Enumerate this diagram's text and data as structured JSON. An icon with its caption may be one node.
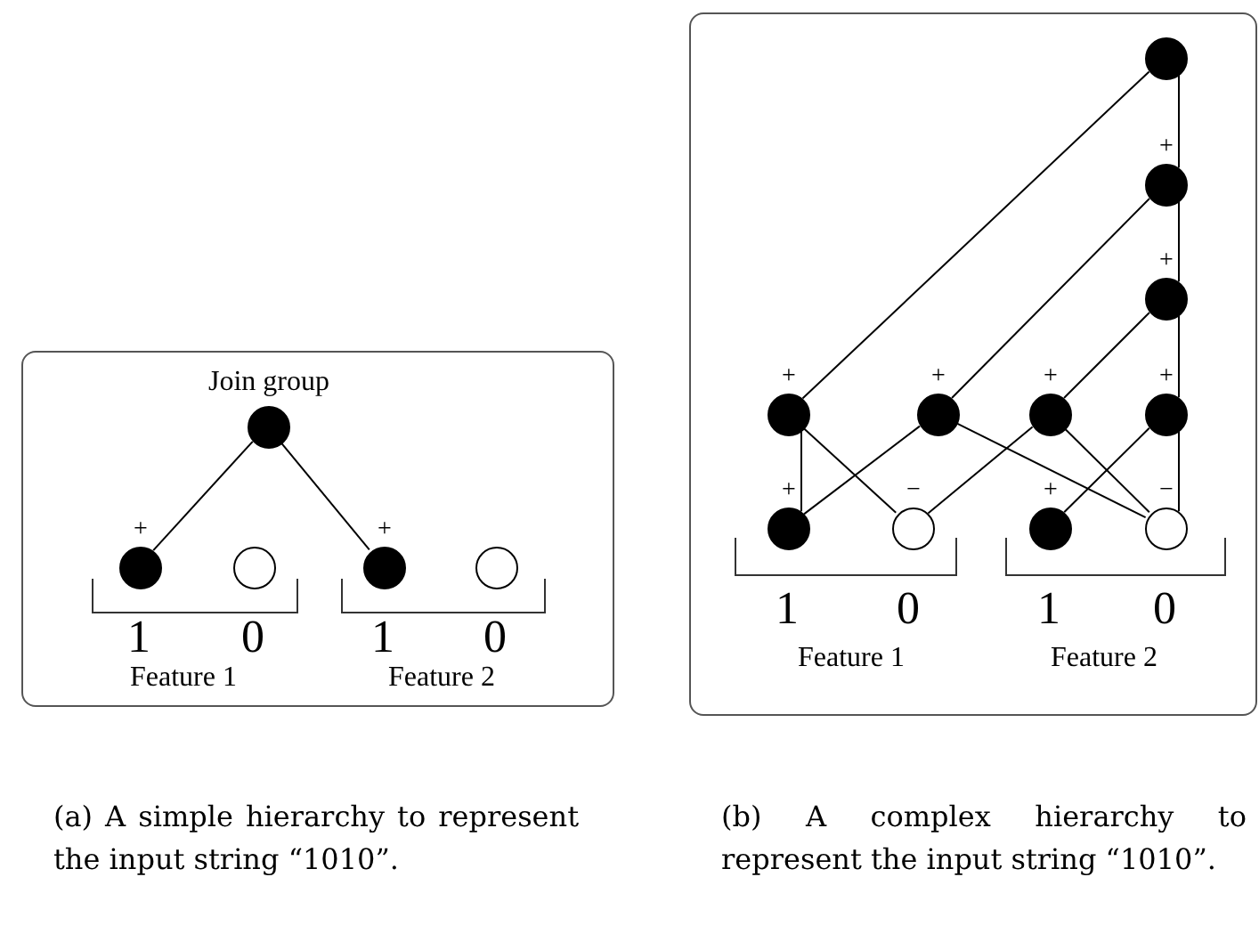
{
  "diagram": {
    "nodes": [
      {
        "text": [],
        "shape": "box"
      },
      {
        "text": [
          "Join group"
        ],
        "in": 0
      },
      {
        "text": [],
        "shape": "circle",
        "in": 0,
        "beside": [
          "+"
        ]
      },
      {
        "text": [],
        "shape": "circle",
        "in": 0
      },
      {
        "text": [],
        "shape": "circle",
        "in": 0,
        "beside": [
          "+"
        ]
      },
      {
        "text": [],
        "shape": "circle",
        "in": 0
      },
      {
        "text": [],
        "shape": "box"
      },
      {
        "text": [],
        "shape": "circle",
        "in": 6
      },
      {
        "text": [],
        "shape": "circle",
        "in": 6,
        "beside": [
          "+"
        ]
      },
      {
        "text": [],
        "shape": "circle",
        "in": 6,
        "beside": [
          "+"
        ]
      },
      {
        "text": [],
        "shape": "circle",
        "in": 6,
        "beside": [
          "+"
        ]
      },
      {
        "text": [],
        "shape": "circle",
        "in": 6,
        "beside": [
          "+"
        ]
      },
      {
        "text": [],
        "shape": "circle",
        "in": 6,
        "beside": [
          "+"
        ]
      },
      {
        "text": [],
        "shape": "circle",
        "in": 6,
        "beside": [
          "+"
        ]
      },
      {
        "text": [],
        "shape": "circle",
        "in": 6,
        "beside": [
          "+"
        ]
      },
      {
        "text": [],
        "shape": "circle",
        "in": 6,
        "beside": [
          "−"
        ]
      },
      {
        "text": [],
        "shape": "circle",
        "in": 6,
        "beside": [
          "+"
        ]
      },
      {
        "text": [],
        "shape": "circle",
        "in": 6,
        "beside": [
          "−"
        ]
      }
    ],
    "edges": [
      {
        "from": 1,
        "to": 2,
        "arrow": "none"
      },
      {
        "from": 1,
        "to": 4,
        "arrow": "none"
      },
      {
        "from": 7,
        "to": 10,
        "arrow": "none"
      },
      {
        "from": 7,
        "to": 8,
        "arrow": "none"
      },
      {
        "from": 8,
        "to": 11,
        "arrow": "none"
      },
      {
        "from": 8,
        "to": 9,
        "arrow": "none"
      },
      {
        "from": 9,
        "to": 12,
        "arrow": "none"
      },
      {
        "from": 9,
        "to": 13,
        "arrow": "none"
      },
      {
        "from": 10,
        "to": 14,
        "arrow": "none"
      },
      {
        "from": 10,
        "to": 15,
        "arrow": "none"
      },
      {
        "from": 11,
        "to": 14,
        "arrow": "none"
      },
      {
        "from": 11,
        "to": 17,
        "arrow": "none"
      },
      {
        "from": 12,
        "to": 15,
        "arrow": "none"
      },
      {
        "from": 12,
        "to": 17,
        "arrow": "none"
      },
      {
        "from": 13,
        "to": 16,
        "arrow": "none"
      },
      {
        "from": 13,
        "to": 17,
        "arrow": "none"
      }
    ],
    "labels": [
      "1",
      "0",
      "1",
      "0",
      "Feature 1",
      "Feature 2",
      "1",
      "0",
      "1",
      "0",
      "Feature 1",
      "Feature 2",
      "(a) A simple hierarchy to represent the input string “1010”.",
      "(b) A complex hierarchy to represent the input string “1010”."
    ]
  }
}
